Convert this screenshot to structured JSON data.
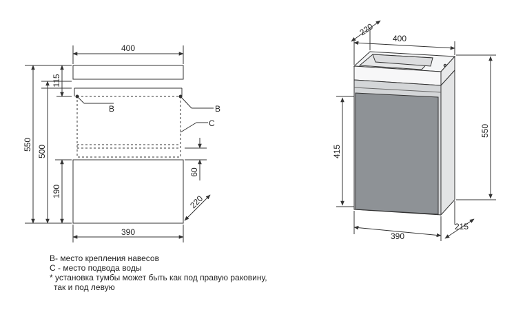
{
  "front_view": {
    "width_top": "400",
    "height_total": "550",
    "height_cabinet": "500",
    "sink_thickness": "115",
    "bottom_section": "190",
    "bottom_width": "390",
    "depth": "220",
    "offset_60": "60",
    "label_b_left": "B",
    "label_b_right": "B",
    "label_c": "C"
  },
  "iso_view": {
    "depth_top": "220",
    "width_top": "400",
    "height_total": "550",
    "door_height": "415",
    "width_bottom": "390",
    "depth_bottom": "215"
  },
  "colors": {
    "line": "#333333",
    "door_fill": "#8e9296",
    "side_fill": "#e3e4e5",
    "basin_fill": "#f1f2f3"
  },
  "legend": {
    "line1": "В- место крепления навесов",
    "line2": "С - место подвода воды",
    "line3": "* установка тумбы может быть как под правую раковину,",
    "line4": "так и под левую"
  }
}
